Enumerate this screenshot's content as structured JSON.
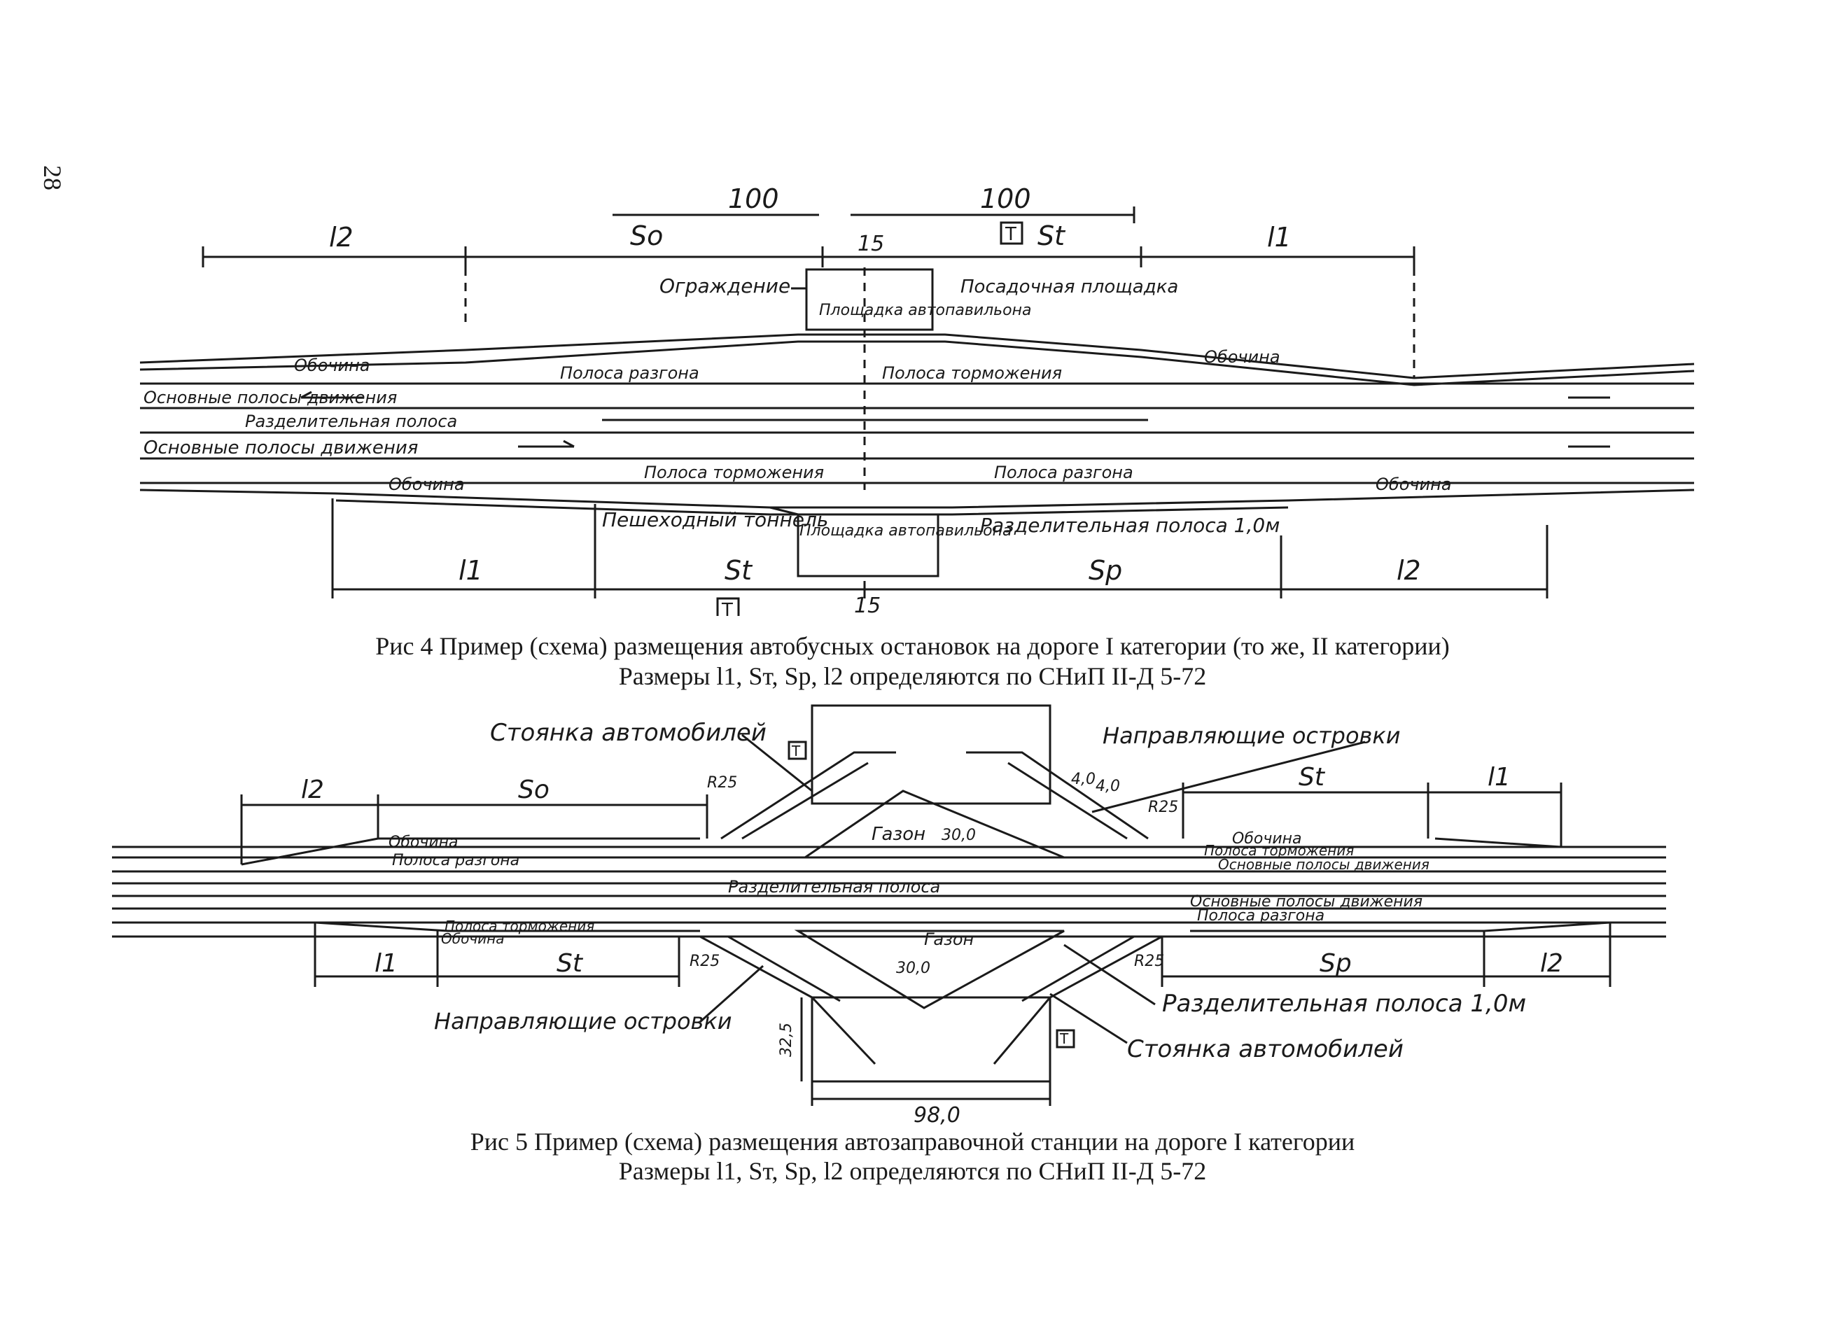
{
  "page_number": "28",
  "fig4": {
    "dims": {
      "d100a": "100",
      "d100b": "100",
      "d15": "15",
      "so": "So",
      "st": "St",
      "l1": "l1",
      "l2": "l2",
      "sp": "Sp",
      "t": "T"
    },
    "labels": {
      "ograzhdenie": "Ограждение",
      "ploshchadka_top": "Площадка автопавильона",
      "posadochnaya": "Посадочная площадка",
      "obochina": "Обочина",
      "polosa_razgona": "Полоса разгона",
      "polosa_tormozheniya": "Полоса торможения",
      "osnovnye_polosy_top": "Основные полосы движения",
      "razdelitelnaya_top": "Разделительная полоса",
      "osnovnye_polosy_bot": "Основные полосы движения",
      "polosa_tormozheniya_bot": "Полоса торможения",
      "polosa_razgona_bot": "Полоса разгона",
      "obochina_bot": "Обочина",
      "peshekhodny": "Пешеходный тоннель",
      "ploshchadka_bot": "Площадка автопавильона",
      "razdelitelnaya_bot": "Разделительная полоса 1,0м"
    },
    "caption_line1": "Рис 4 Пример (схема) размещения автобусных остановок на дороге I категории (то же, II категории)",
    "caption_line2": "Размеры l1, Sт, Sр, l2 определяются по СНиП II-Д 5-72"
  },
  "fig5": {
    "dims": {
      "l2": "l2",
      "so": "So",
      "st": "St",
      "l1": "l1",
      "sp": "Sp",
      "l1b": "l1",
      "stb": "St",
      "l2b": "l2",
      "r25a": "R25",
      "r25b": "R25",
      "r25c": "R25",
      "r25d": "R25",
      "d40a": "4,0",
      "d40b": "4,0",
      "d300a": "30,0",
      "d300b": "30,0",
      "d325": "32,5",
      "d980": "98,0",
      "t": "T"
    },
    "labels": {
      "stoyanka_top": "Стоянка автомобилей",
      "napravl_top": "Направляющие островки",
      "gazon_top": "Газон",
      "obochina_l": "Обочина",
      "polosa_razgona_l": "Полоса разгона",
      "obochina_r": "Обочина",
      "polosa_tormozh_r": "Полоса торможения",
      "osnovnye_r": "Основные полосы движения",
      "razdelitelnaya_mid": "Разделительная полоса",
      "osnovnye_r2": "Основные полосы движения",
      "polosa_razgona_r": "Полоса разгона",
      "polosa_tormozh_l": "Полоса торможения",
      "obochina_l2": "Обочина",
      "gazon_bot": "Газон",
      "napravl_bot": "Направляющие островки",
      "razdelitelnaya_bot": "Разделительная полоса 1,0м",
      "stoyanka_bot": "Стоянка автомобилей"
    },
    "caption_line1": "Рис 5 Пример (схема) размещения автозаправочной станции на дороге I категории",
    "caption_line2": "Размеры l1, Sт, Sр, l2 определяются по СНиП II-Д 5-72"
  }
}
